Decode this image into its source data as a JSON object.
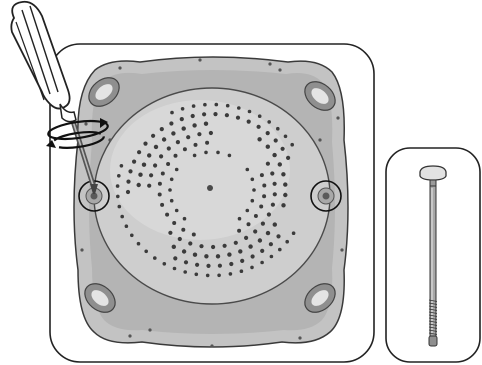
{
  "illustration": {
    "main_panel": {
      "part": "round-base",
      "highlighted_holes": 2,
      "tool": "screwdriver",
      "action": "rotate-clockwise"
    },
    "side_panel": {
      "part": "bolt"
    },
    "colors": {
      "outline": "#222222",
      "base_body": "#c2c2c2",
      "base_shadow": "#9a9a9a",
      "dome": "#cfcfcf",
      "holes": "#3b3b3b",
      "screwdriver_handle": "#ffffff",
      "metal": "#8e8e8e"
    }
  }
}
